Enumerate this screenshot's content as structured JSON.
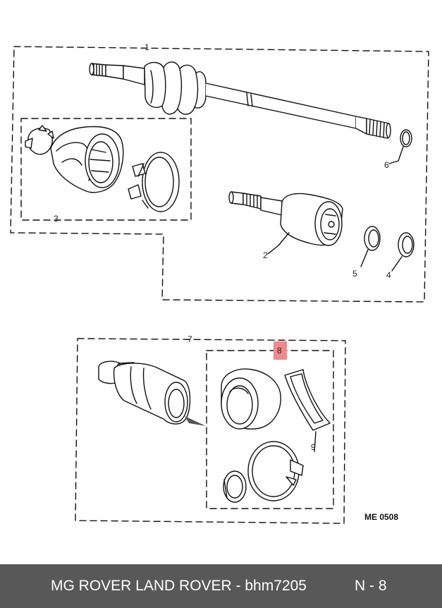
{
  "callouts": {
    "c1": "1",
    "c2": "2",
    "c3": "3",
    "c4": "4",
    "c5": "5",
    "c6": "6",
    "c7": "7",
    "c8": "8",
    "c9": "9"
  },
  "highlight_color": "#f08a8a",
  "drawing_code": "ME 0508",
  "footer": {
    "title": "MG ROVER LAND ROVER - bhm7205",
    "page": "N - 8"
  }
}
